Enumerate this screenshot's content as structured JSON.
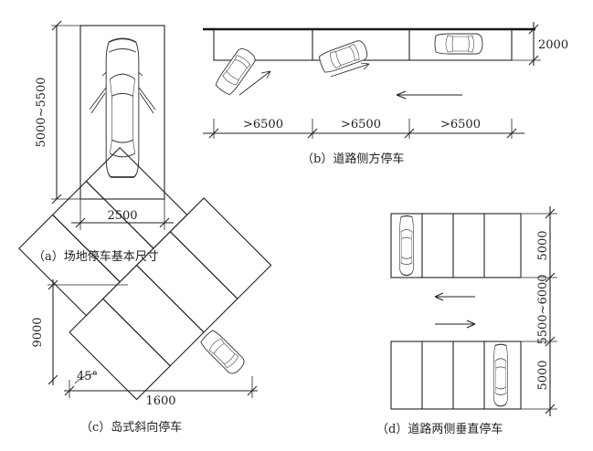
{
  "panel_a": {
    "caption": "（a）场地停车基本尺寸",
    "length_label": "5000~5500",
    "width_label": "2500"
  },
  "panel_b": {
    "caption": "（b）道路侧方停车",
    "depth_label": "2000",
    "spacing_labels": [
      ">6500",
      ">6500",
      ">6500"
    ]
  },
  "panel_c": {
    "caption": "（c）岛式斜向停车",
    "height_label": "9000",
    "width_label": "1600",
    "angle_label": "45°"
  },
  "panel_d": {
    "caption": "（d）道路两侧垂直停车",
    "top_label": "5000",
    "middle_label": "5500~6000",
    "bottom_label": "5000"
  }
}
